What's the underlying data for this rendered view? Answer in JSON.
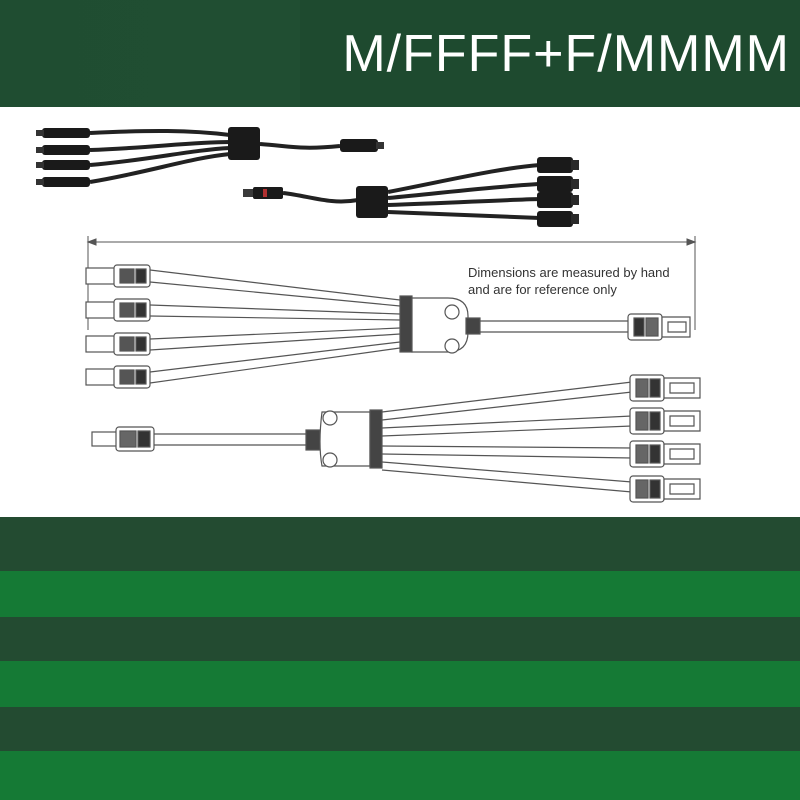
{
  "title": "M/FFFF+F/MMMM",
  "note": {
    "line1": "Dimensions are measured by hand",
    "line2": "and are for reference only"
  },
  "colors": {
    "header": "#1e4a2f",
    "stripe_dark": "#234b31",
    "stripe_light": "#157a35",
    "line_art": "#555555",
    "cable": "#222222"
  }
}
